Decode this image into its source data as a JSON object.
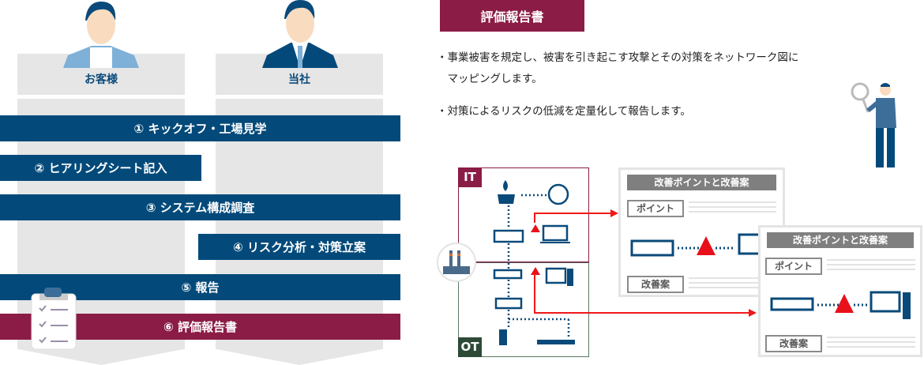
{
  "flow": {
    "columns": [
      {
        "label": "お客様"
      },
      {
        "label": "当社"
      }
    ],
    "steps": [
      {
        "label": "① キックオフ・工場見学"
      },
      {
        "label": "② ヒアリングシート記入"
      },
      {
        "label": "③ システム構成調査"
      },
      {
        "label": "④ リスク分析・対策立案"
      },
      {
        "label": "⑤ 報告"
      },
      {
        "label": "⑥ 評価報告書"
      }
    ]
  },
  "report": {
    "title": "評価報告書",
    "bullets": [
      "・事業被害を規定し、被害を引き起こす攻撃とその対策をネットワーク図に",
      "　マッピングします。",
      "・対策によるリスクの低減を定量化して報告します。"
    ]
  },
  "diagram": {
    "zones": {
      "it": "IT",
      "ot": "OT"
    },
    "cards": [
      {
        "title": "改善ポイントと改善案",
        "point": "ポイント",
        "proposal": "改善案"
      },
      {
        "title": "改善ポイントと改善案",
        "point": "ポイント",
        "proposal": "改善案"
      }
    ]
  },
  "colors": {
    "navy": "#034a7a",
    "maroon": "#8b1c46",
    "ot_green": "#2d4a37",
    "alert": "#e8101b"
  }
}
